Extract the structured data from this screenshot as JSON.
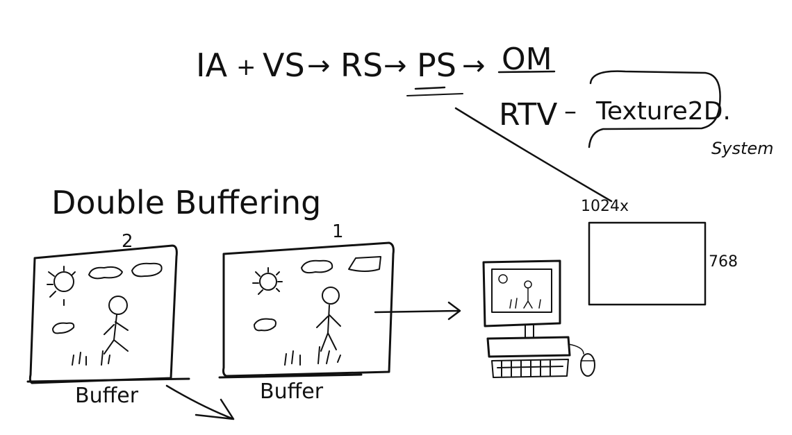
{
  "pipeline": {
    "stages": [
      "IA",
      "+",
      "VS",
      "→",
      "RS",
      "→",
      "PS",
      "→",
      "OM"
    ]
  },
  "rtv": {
    "label": "RTV",
    "dash": "–",
    "texture": "Texture2D."
  },
  "system_label": "System",
  "resolution": {
    "width": "1024x",
    "height": "768"
  },
  "heading": "Double Buffering",
  "buffers": [
    {
      "number": "2",
      "label": "Buffer"
    },
    {
      "number": "1",
      "label": "Buffer"
    }
  ],
  "colors": {
    "ink": "#111111",
    "paper": "#ffffff"
  }
}
